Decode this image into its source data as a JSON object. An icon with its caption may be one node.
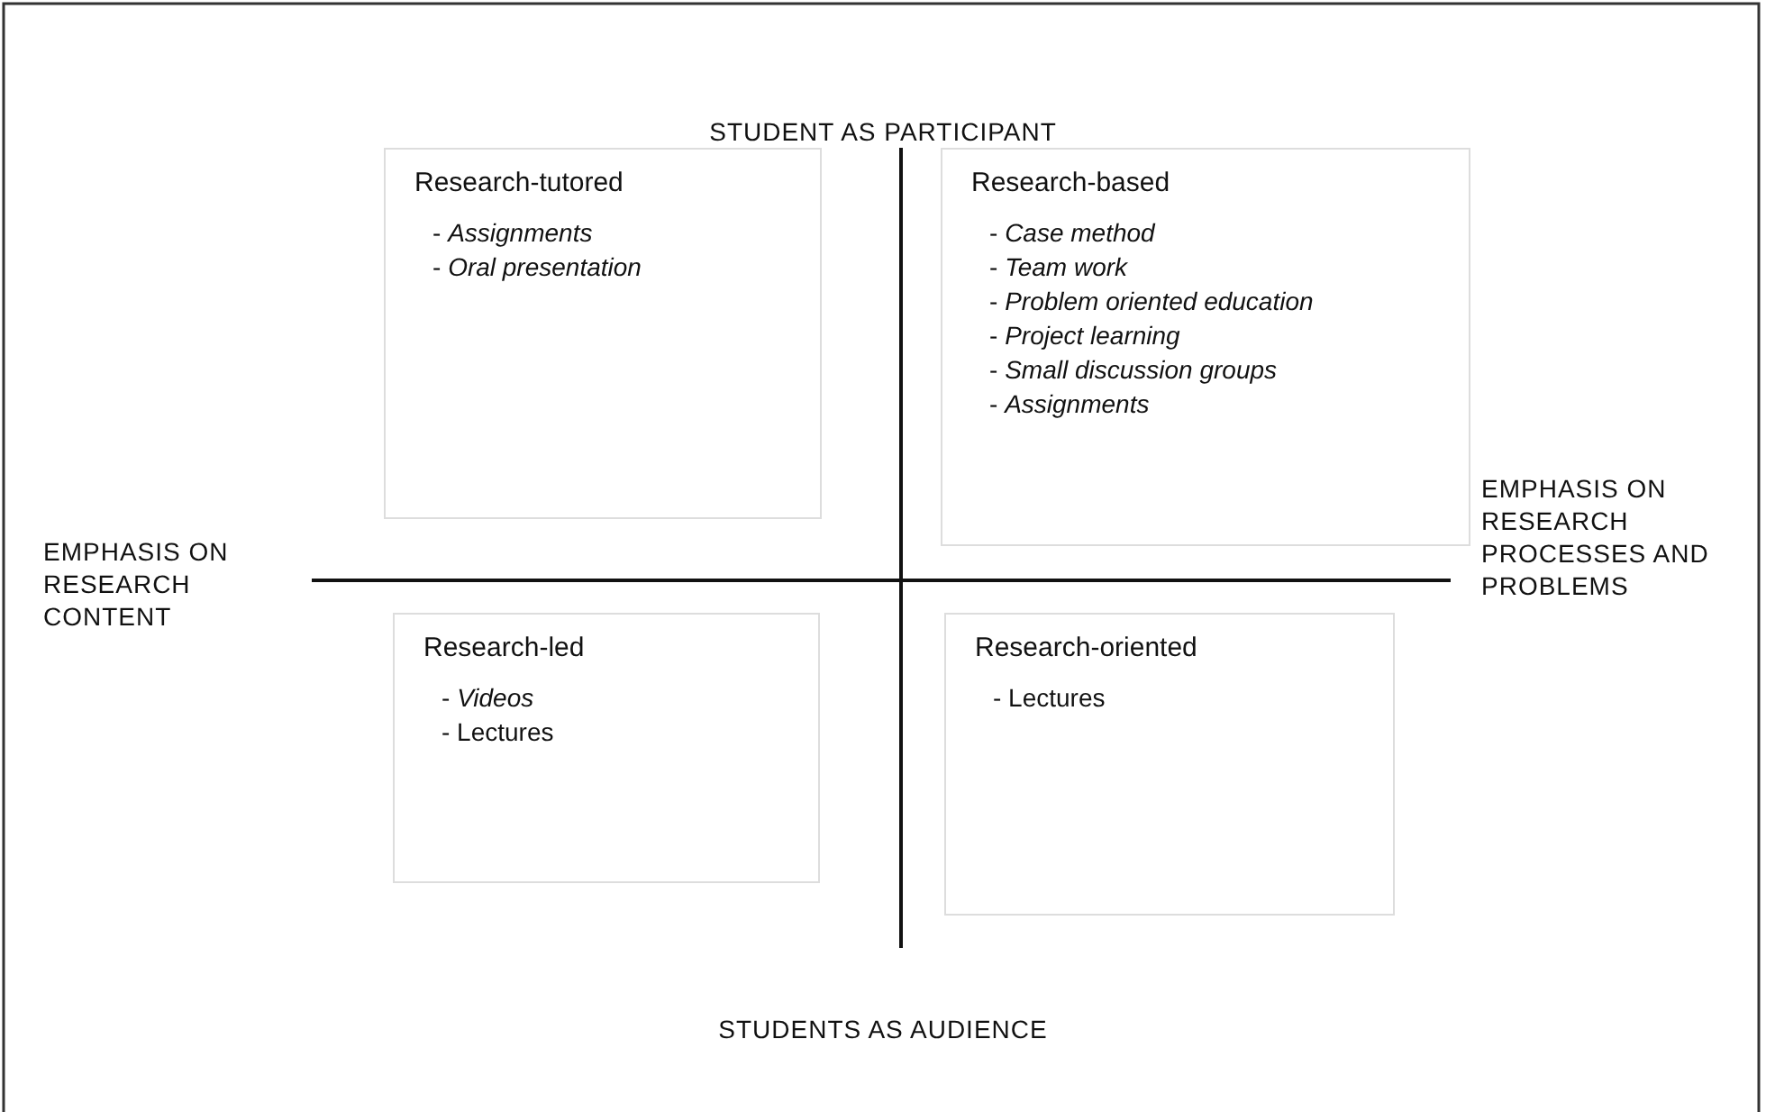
{
  "diagram": {
    "nodes": [
      {
        "text": [
          "Research-tutored",
          "- *Assignments*",
          "- *Oral presentation*"
        ]
      },
      {
        "text": [
          "Research-based",
          "- *Case method*",
          "- *Team work*",
          "- *Problem oriented education*",
          "- *Project learning*",
          "- *Small discussion groups*",
          "- *Assignments*"
        ]
      },
      {
        "text": [
          "Research-led",
          "- *Videos*",
          "- Lectures"
        ]
      },
      {
        "text": [
          "Research-oriented",
          "- Lectures"
        ]
      }
    ],
    "labels": [
      "STUDENT AS PARTICIPANT",
      "EMPHASIS ON RESEARCH CONTENT",
      "EMPHASIS ON RESEARCH PROCESSES AND PROBLEMS",
      "STUDENTS AS AUDIENCE"
    ]
  }
}
